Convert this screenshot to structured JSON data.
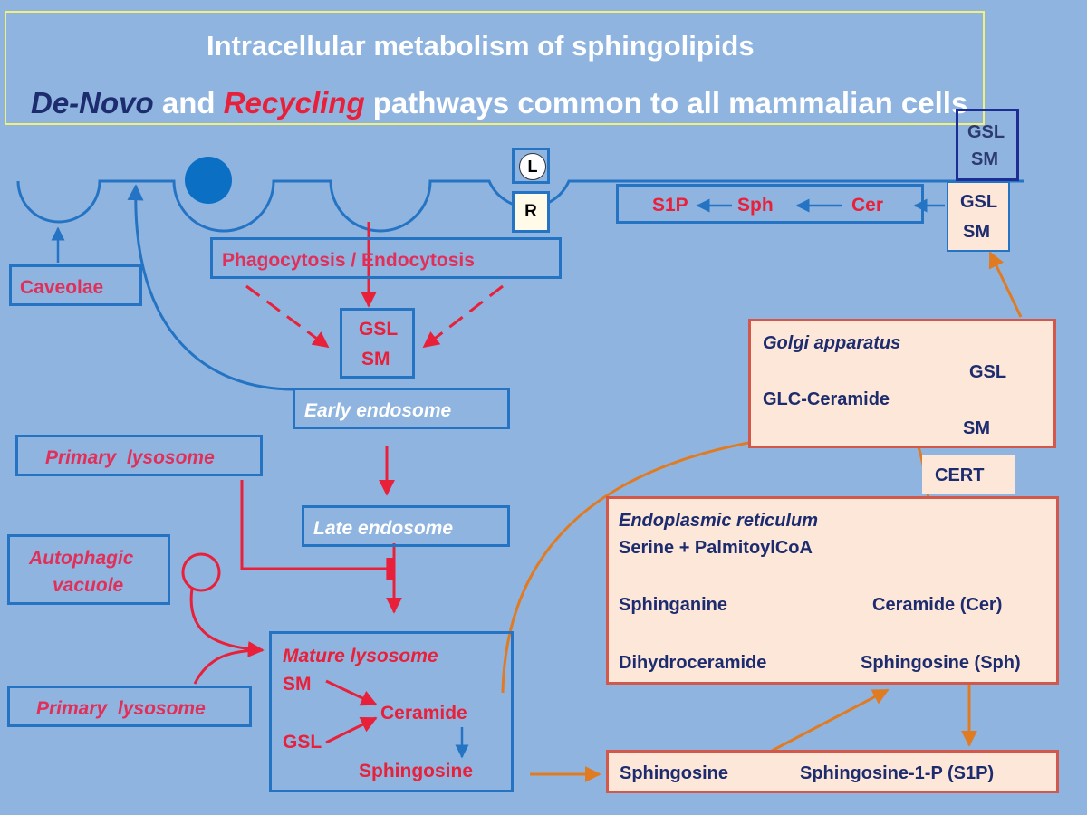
{
  "title": {
    "line1": "Intracellular metabolism of sphingolipids",
    "de_novo": "De-Novo",
    "and": " and ",
    "recycling": "Recycling",
    "rest": " pathways common to all mammalian cells"
  },
  "membrane": {
    "L": "L",
    "R": "R",
    "chain": {
      "s1p": "S1P",
      "sph": "Sph",
      "cer": "Cer"
    },
    "gsl_sm_outer": {
      "line1": "GSL",
      "line2": "SM"
    },
    "gsl_sm_inner": {
      "line1": "GSL",
      "line2": "SM"
    }
  },
  "labels": {
    "caveolae": "Caveolae",
    "phago": "Phagocytosis / Endocytosis",
    "gsl_sm_mid": {
      "line1": "GSL",
      "line2": "SM"
    },
    "early_endosome": "Early endosome",
    "late_endosome": "Late endosome",
    "primary_lysosome_top": "Primary  lysosome",
    "primary_lysosome_bottom": "Primary  lysosome",
    "autophagic": {
      "line1": "Autophagic",
      "line2": "vacuole"
    }
  },
  "mature_lysosome": {
    "title": "Mature lysosome",
    "sm": "SM",
    "gsl": "GSL",
    "ceramide": "Ceramide",
    "sphingosine": "Sphingosine"
  },
  "golgi": {
    "title": "Golgi apparatus",
    "glc": "GLC-Ceramide",
    "gsl": "GSL",
    "sm": "SM"
  },
  "cert": "CERT",
  "er": {
    "title": "Endoplasmic reticulum",
    "serine": "Serine + PalmitoylCoA",
    "sphinganine": "Sphinganine",
    "dihydro": "Dihydroceramide",
    "ceramide": "Ceramide (Cer)",
    "sphingosine": "Sphingosine (Sph)"
  },
  "bottom": {
    "sphingosine": "Sphingosine",
    "s1p": "Sphingosine-1-P (S1P)"
  },
  "colors": {
    "background": "#8fb4e0",
    "membrane": "#2574c4",
    "red": "#e8203a",
    "navy": "#1d2c6f",
    "orange": "#e07b22",
    "peach": "#fde7d8",
    "title_border": "#f1f07a"
  }
}
